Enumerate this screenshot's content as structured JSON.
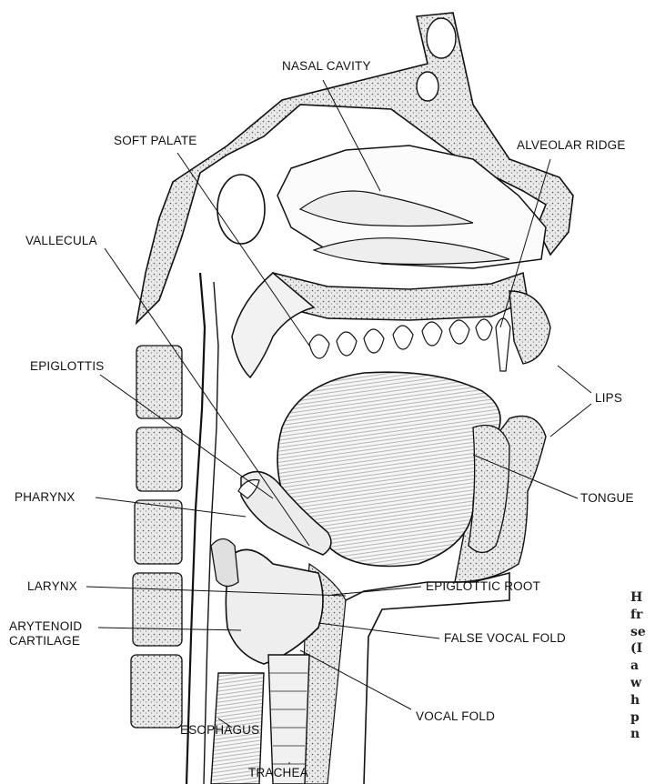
{
  "labels": {
    "nasal_cavity": "NASAL CAVITY",
    "soft_palate": "SOFT PALATE",
    "alveolar_ridge": "ALVEOLAR RIDGE",
    "vallecula": "VALLECULA",
    "epiglottis": "EPIGLOTTIS",
    "lips": "LIPS",
    "pharynx": "PHARYNX",
    "tongue": "TONGUE",
    "larynx": "LARYNX",
    "epiglottic_root": "EPIGLOTTIC ROOT",
    "arytenoid_cartilage": "ARYTENOID CARTILAGE",
    "false_vocal_fold": "FALSE VOCAL FOLD",
    "vocal_fold": "VOCAL FOLD",
    "esophagus": "ESOPHAGUS",
    "trachea": "TRACHEA"
  },
  "caption_fragments": [
    "H",
    "fr",
    "se",
    "(I",
    "a",
    "w",
    "h",
    "p",
    "n"
  ],
  "colors": {
    "ink": "#111111",
    "bone": "#d9d9d9",
    "tissue": "#f4f4f4"
  }
}
